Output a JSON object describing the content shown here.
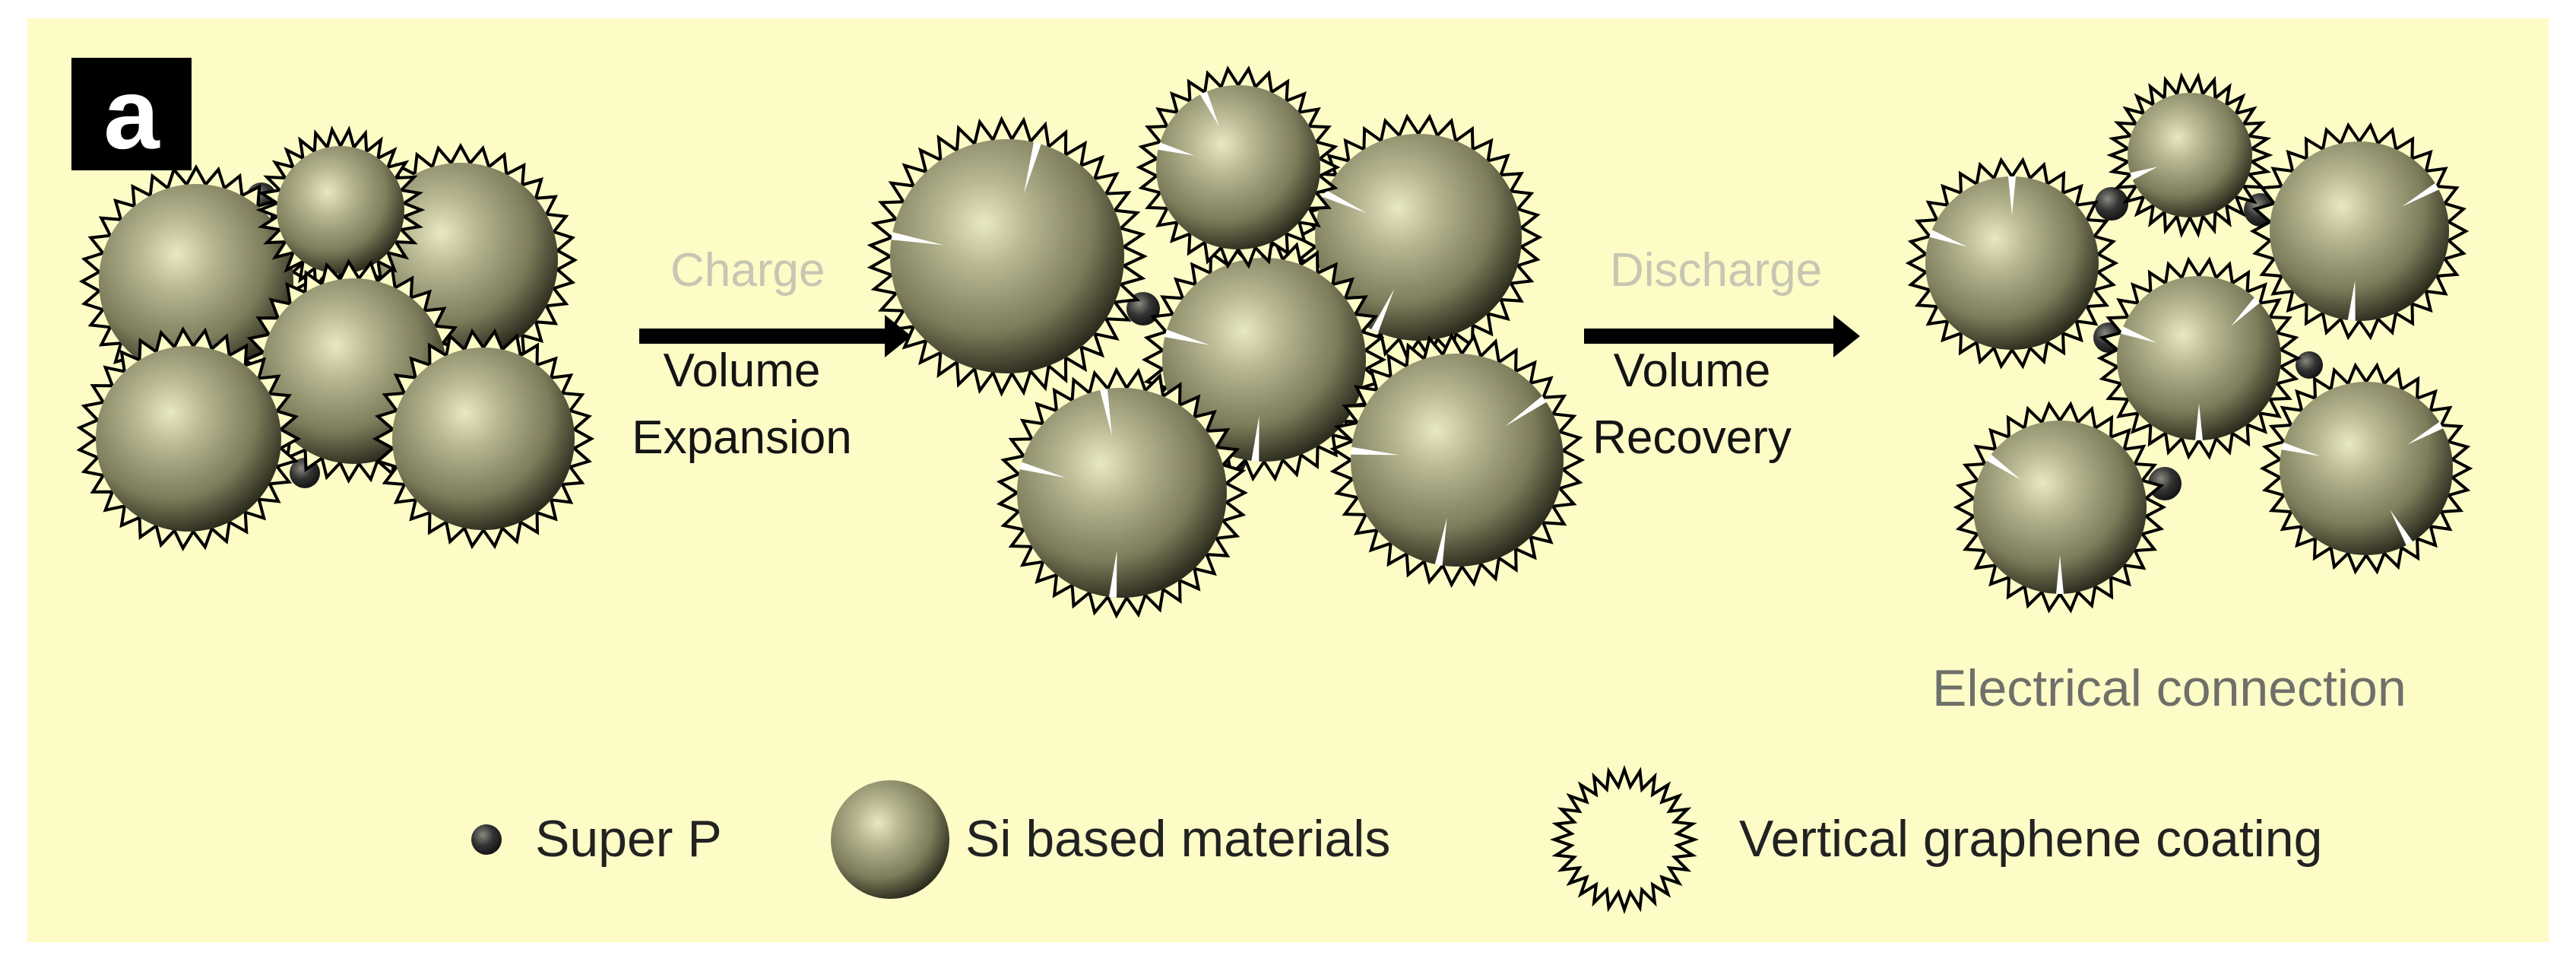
{
  "panel_label": "a",
  "steps": [
    {
      "gray": "Charge",
      "line1": "Volume",
      "line2": "Expansion"
    },
    {
      "gray": "Discharge",
      "line1": "Volume",
      "line2": "Recovery"
    }
  ],
  "annotation": "Electrical connection",
  "legend": {
    "super_p": "Super P",
    "si": "Si based materials",
    "graphene": "Vertical graphene coating"
  },
  "colors": {
    "background": "#fdfbc6",
    "sphere_light": "#e9e8c4",
    "sphere_mid": "#8f8f6b",
    "sphere_dark": "#2c2c1e",
    "spikes": "#000000",
    "crack": "#ffffff",
    "super_p": "#222222"
  }
}
